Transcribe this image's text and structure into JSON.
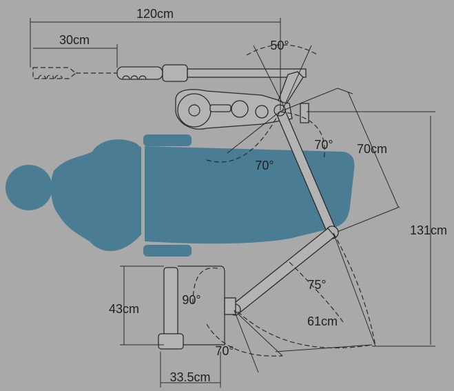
{
  "diagram": {
    "colors": {
      "background": "#a9a9a9",
      "chair": "#4a7d94",
      "outline": "#2a2a2a"
    },
    "labels": {
      "width_total": "120cm",
      "width_tray": "30cm",
      "angle_top": "50°",
      "angle_assistant_arm": "70°",
      "angle_chair": "70°",
      "length_assistant_arm": "70cm",
      "height_total": "131cm",
      "angle_lamp_arm": "75°",
      "length_lamp_arm": "61cm",
      "angle_spittoon": "90°",
      "spittoon_height": "43cm",
      "angle_bottom": "70°",
      "spittoon_width": "33.5cm"
    }
  }
}
